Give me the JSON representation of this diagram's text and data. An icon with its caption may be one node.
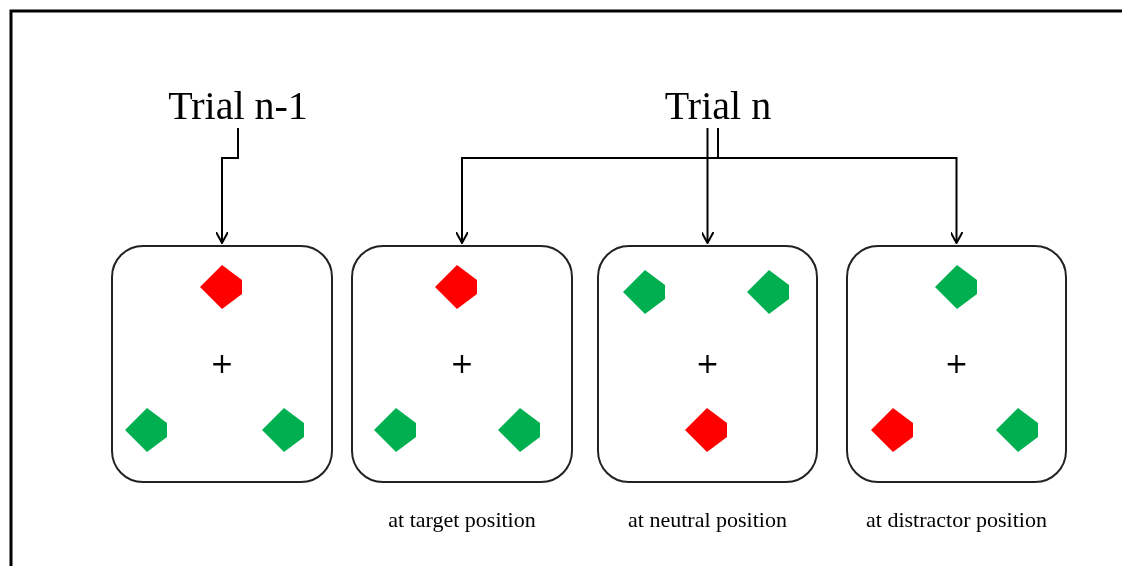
{
  "diagram": {
    "nodes": [
      {
        "text": [
          "Trial n-1"
        ]
      },
      {
        "text": [
          "Trial n"
        ]
      },
      {
        "text": [
          "+"
        ]
      },
      {
        "text": [
          "+"
        ],
        "beside": [
          "at target position"
        ]
      },
      {
        "text": [
          "+"
        ],
        "beside": [
          "at neutral position"
        ]
      },
      {
        "text": [
          "+"
        ],
        "beside": [
          "at distractor position"
        ]
      }
    ],
    "edges": [
      {
        "from": 0,
        "to": 2,
        "arrow": "to"
      },
      {
        "from": 1,
        "to": 3,
        "arrow": "to"
      },
      {
        "from": 1,
        "to": 4,
        "arrow": "to"
      },
      {
        "from": 1,
        "to": 5,
        "arrow": "to"
      }
    ]
  }
}
